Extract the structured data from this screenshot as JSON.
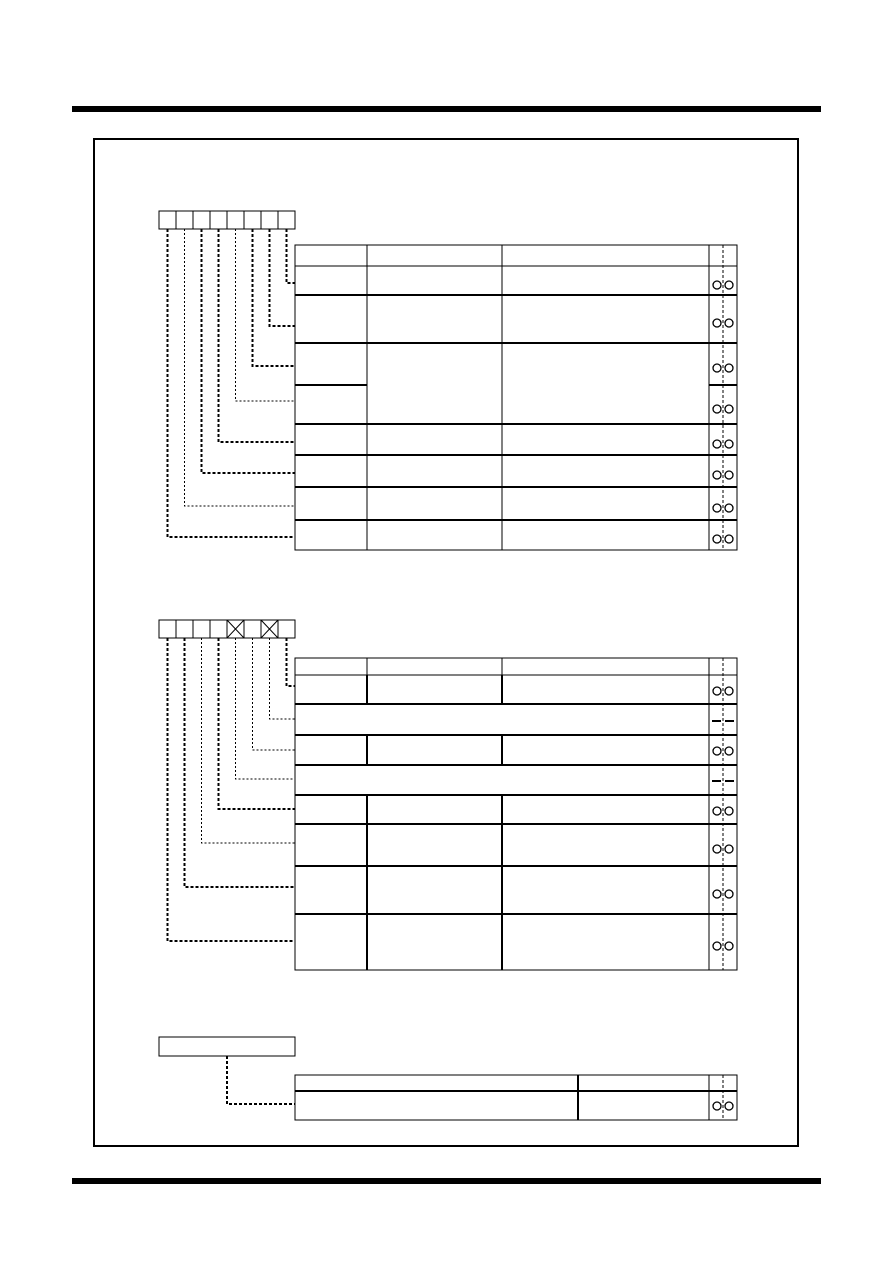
{
  "registers": [
    {
      "id": "reg1",
      "bit_count": 8,
      "crossed_bits": [],
      "rows": [
        {
          "split": false,
          "dashed_connector": true,
          "cell": "rw-circles"
        },
        {
          "split": false,
          "dashed_connector": true,
          "cell": "rw-circles"
        },
        {
          "split": false,
          "dashed_connector": true,
          "cell": "rw-circles",
          "merged_cols_with_next": true
        },
        {
          "split": false,
          "dashed_connector": false,
          "cell": "rw-circles",
          "merged_cols_with_prev": true
        },
        {
          "split": false,
          "dashed_connector": true,
          "cell": "rw-circles"
        },
        {
          "split": false,
          "dashed_connector": true,
          "cell": "rw-circles"
        },
        {
          "split": false,
          "dashed_connector": false,
          "cell": "rw-circles"
        },
        {
          "split": false,
          "dashed_connector": true,
          "cell": "rw-circles"
        }
      ]
    },
    {
      "id": "reg2",
      "bit_count": 8,
      "crossed_bits": [
        4,
        6
      ],
      "rows": [
        {
          "span_full": false,
          "cell": "rw-circles"
        },
        {
          "span_full": true,
          "cell": "unused-dash"
        },
        {
          "span_full": false,
          "cell": "rw-circles"
        },
        {
          "span_full": true,
          "cell": "unused-dash"
        },
        {
          "span_full": false,
          "cell": "rw-circles"
        },
        {
          "span_full": false,
          "cell": "rw-circles"
        },
        {
          "span_full": false,
          "cell": "rw-circles"
        },
        {
          "span_full": false,
          "cell": "rw-circles"
        }
      ]
    },
    {
      "id": "reg3",
      "bit_count": 1,
      "rows": [
        {
          "cell": "rw-circles"
        }
      ]
    }
  ],
  "icons": {
    "read_write": "circle-pair-icon",
    "unused": "dash-pair-icon",
    "reserved_bit": "x-box-icon"
  }
}
